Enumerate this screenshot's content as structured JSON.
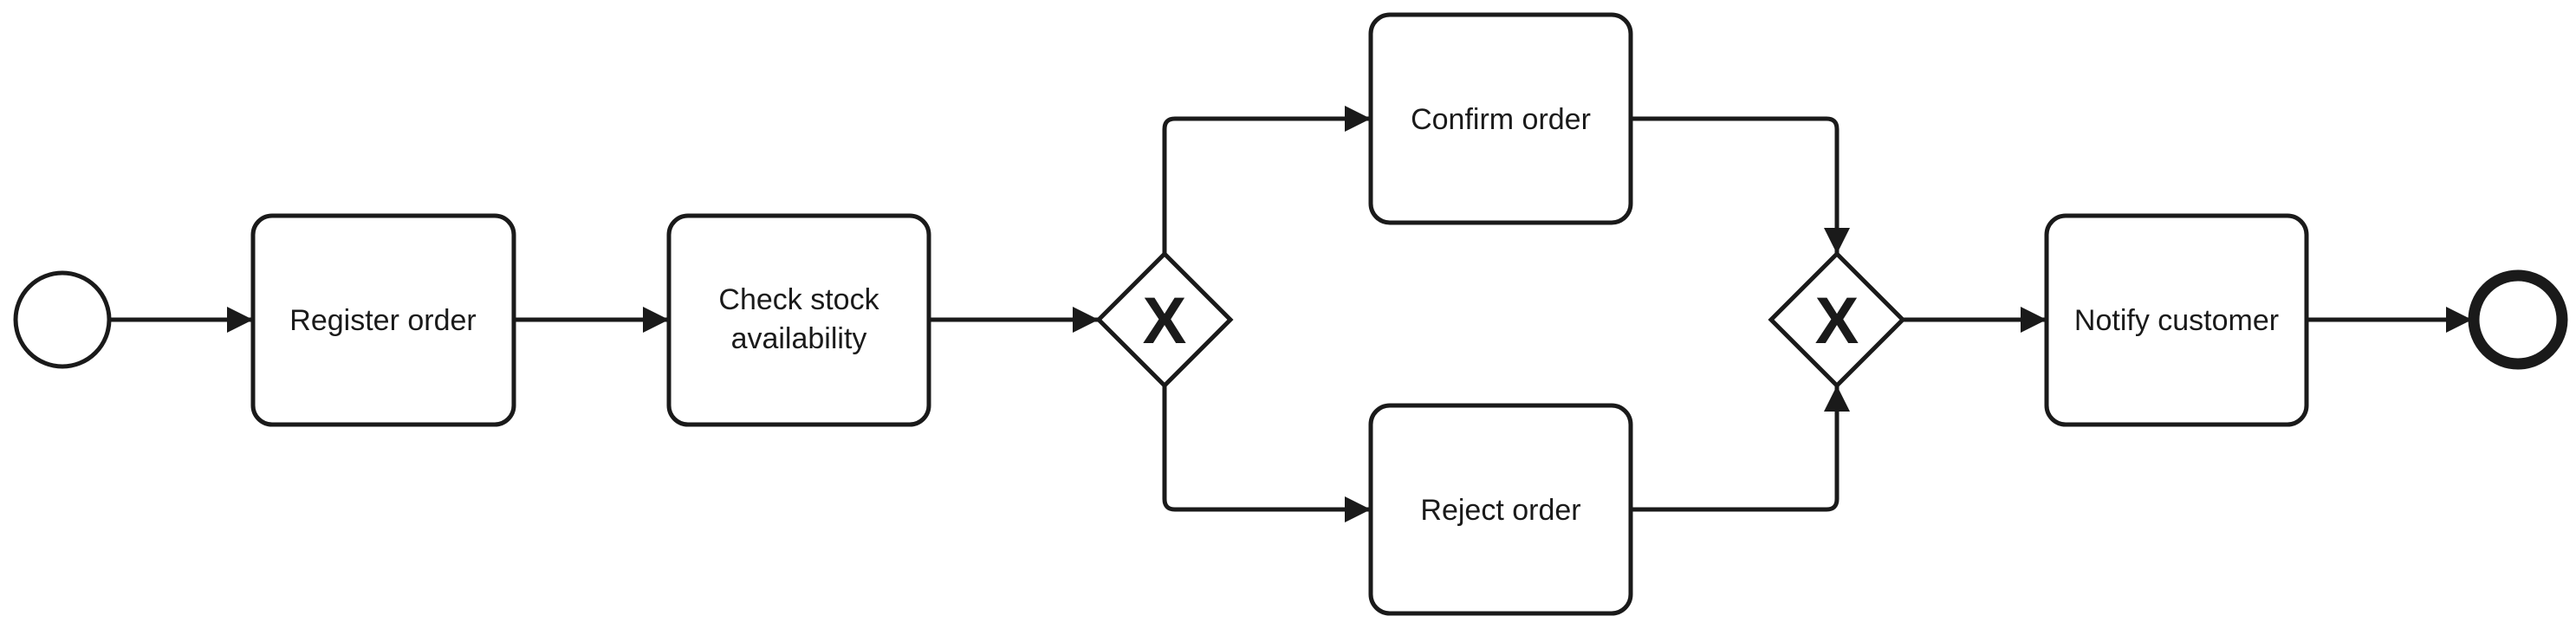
{
  "diagram": {
    "type": "bpmn-process",
    "stroke_color": "#1a1a1a",
    "fill_color": "#ffffff",
    "start_event": {
      "kind": "start"
    },
    "end_event": {
      "kind": "end"
    },
    "tasks": {
      "register": {
        "line1": "Register order"
      },
      "check": {
        "line1": "Check stock",
        "line2": "availability"
      },
      "confirm": {
        "line1": "Confirm order"
      },
      "reject": {
        "line1": "Reject order"
      },
      "notify": {
        "line1": "Notify customer"
      }
    },
    "gateways": {
      "split": {
        "kind": "exclusive",
        "marker": "X"
      },
      "join": {
        "kind": "exclusive",
        "marker": "X"
      }
    },
    "flows": [
      [
        "start",
        "register"
      ],
      [
        "register",
        "check"
      ],
      [
        "check",
        "split"
      ],
      [
        "split",
        "confirm"
      ],
      [
        "split",
        "reject"
      ],
      [
        "confirm",
        "join"
      ],
      [
        "reject",
        "join"
      ],
      [
        "join",
        "notify"
      ],
      [
        "notify",
        "end"
      ]
    ]
  }
}
